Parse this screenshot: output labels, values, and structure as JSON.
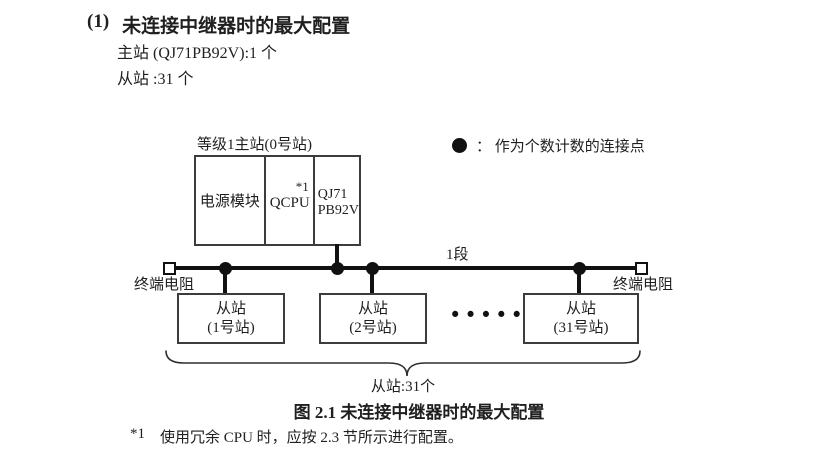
{
  "colors": {
    "text": "#1f1f1f",
    "box_border": "#3c3c3c",
    "bus_line": "#111111",
    "background": "#ffffff"
  },
  "header": {
    "number": "(1)",
    "title": "未连接中继器时的最大配置",
    "master_count": "主站 (QJ71PB92V):1 个",
    "slave_count": "从站 :31 个"
  },
  "diagram": {
    "master_station_label": "等级1主站(0号站)",
    "master_modules": {
      "power": "电源模块",
      "cpu": "QCPU",
      "cpu_note_ref": "*1",
      "interface_line1": "QJ71",
      "interface_line2": "PB92V"
    },
    "legend_text": "： 作为个数计数的连接点",
    "segment_label": "1段",
    "terminator_left": "终端电阻",
    "terminator_right": "终端电阻",
    "slaves": [
      {
        "name": "从站",
        "station": "(1号站)"
      },
      {
        "name": "从站",
        "station": "(2号站)"
      },
      {
        "name": "从站",
        "station": "(31号站)"
      }
    ],
    "ellipsis": "••••••",
    "brace_label": "从站:31个"
  },
  "caption": "图 2.1 未连接中继器时的最大配置",
  "footnote": {
    "marker": "*1",
    "text": "使用冗余 CPU 时，应按 2.3 节所示进行配置。"
  }
}
